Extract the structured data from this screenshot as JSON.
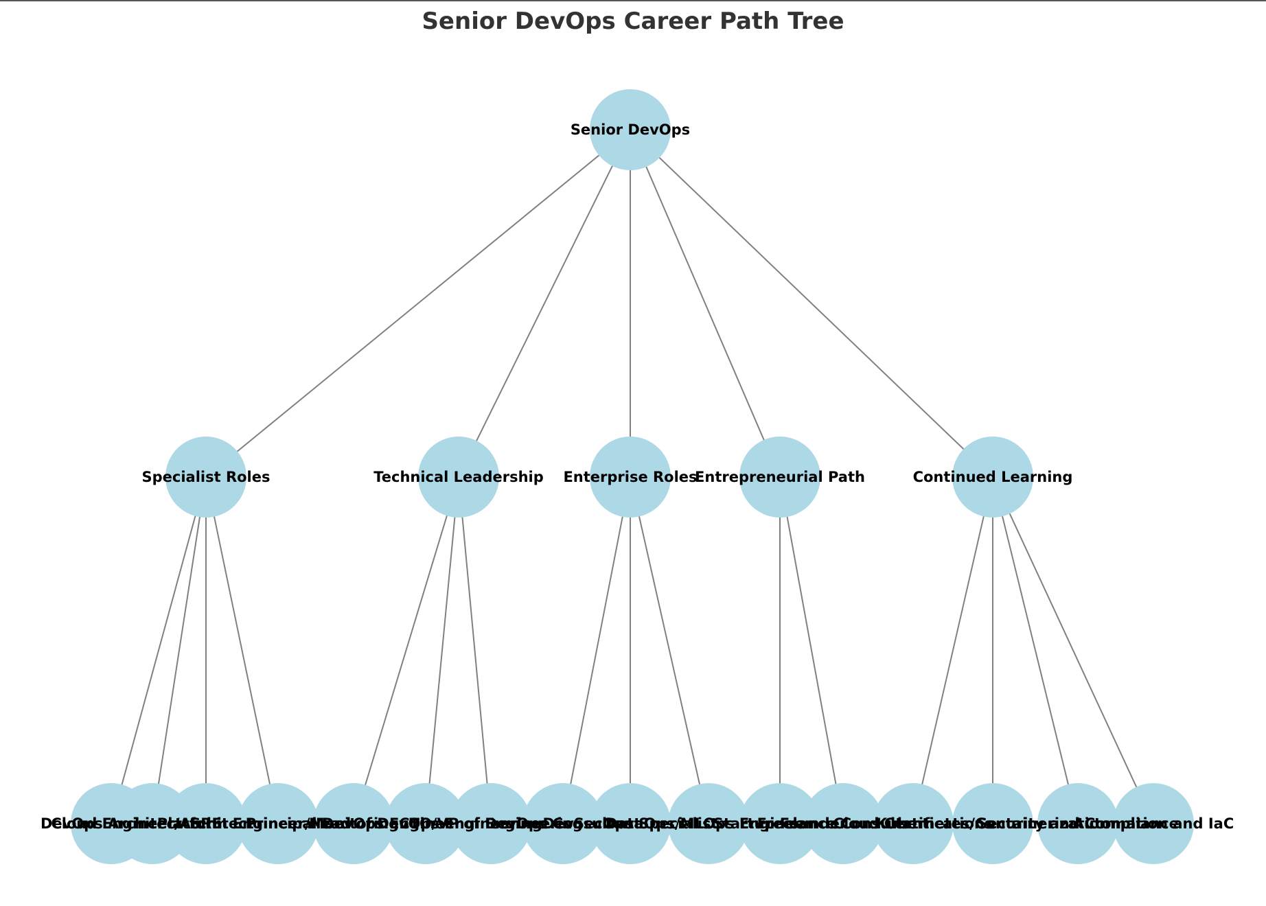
{
  "title": "Senior DevOps Career Path Tree",
  "colors": {
    "node_fill": "#add8e6",
    "edge": "#808080",
    "title": "#333333",
    "label": "#000000"
  },
  "tree": {
    "label": "Senior DevOps",
    "children": [
      {
        "label": "Specialist Roles",
        "children": [
          {
            "label": "DevOps Architect"
          },
          {
            "label": "Cloud Engineer/Architect"
          },
          {
            "label": "SRE"
          },
          {
            "label": "Platform Engineer/Monitoring"
          }
        ]
      },
      {
        "label": "Technical Leadership",
        "children": [
          {
            "label": "Principal DevOps Engineer"
          },
          {
            "label": "Head of DevOps Engineering"
          },
          {
            "label": "CTO/VP of Engineering"
          }
        ]
      },
      {
        "label": "Enterprise Roles",
        "children": [
          {
            "label": "DevOps Consultant"
          },
          {
            "label": "DevSecOps Specialist"
          },
          {
            "label": "DataOps/MLOps Engineer"
          }
        ]
      },
      {
        "label": "Entrepreneurial Path",
        "children": [
          {
            "label": "Startup Founder"
          },
          {
            "label": "Freelance Consultant"
          }
        ]
      },
      {
        "label": "Continued Learning",
        "children": [
          {
            "label": "Cloud Certifications"
          },
          {
            "label": "Kubernetes/Containerization"
          },
          {
            "label": "Security and Compliance"
          },
          {
            "label": "Automation and IaC"
          }
        ]
      }
    ]
  }
}
